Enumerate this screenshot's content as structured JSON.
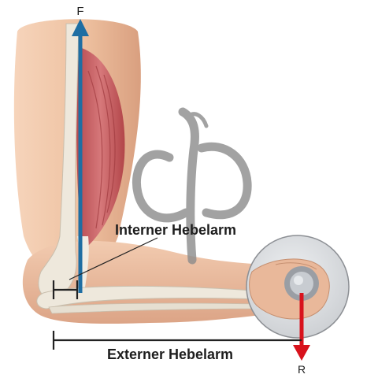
{
  "labels": {
    "force": "F",
    "resistance": "R",
    "internal_lever_arm": "Interner Hebelarm",
    "external_lever_arm": "Externer Hebelarm"
  },
  "colors": {
    "force_arrow": "#1f6ea3",
    "resistance_arrow": "#d8121c",
    "lever_lines": "#222222",
    "skin": "#eec1a0",
    "skin_shade": "#d59a7a",
    "muscle": "#c25a5c",
    "bone": "#ece6da",
    "watermark": "#8c8c8c",
    "inset_bg": "#d8dadd"
  },
  "icons": {
    "logo_watermark": "phi-symbol",
    "held_object": "ball-in-hand"
  }
}
